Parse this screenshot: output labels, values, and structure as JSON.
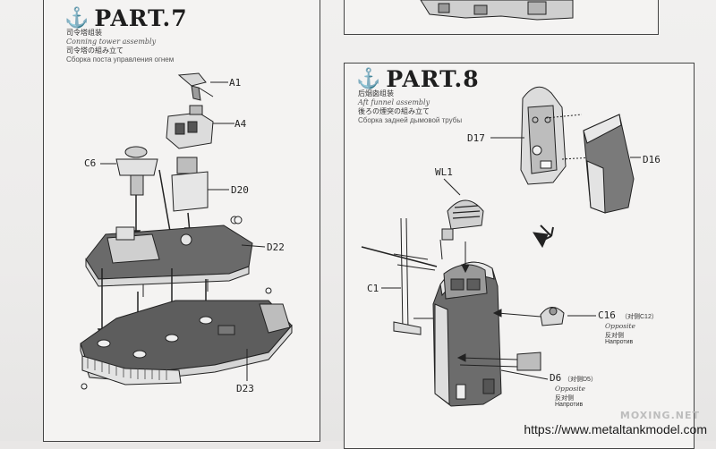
{
  "part7": {
    "anchor": "⚓",
    "title": "PART.7",
    "sub_cn": "司令塔组装",
    "sub_en": "Conning tower assembly",
    "sub_jp": "司令塔の組み立て",
    "sub_ru": "Сборка поста управления огнем",
    "labels": {
      "a1": "A1",
      "a4": "A4",
      "c6": "C6",
      "d20": "D20",
      "d22": "D22",
      "d23": "D23"
    }
  },
  "part8": {
    "anchor": "⚓",
    "title": "PART.8",
    "sub_cn": "后烟囱组装",
    "sub_en": "Aft funnel assembly",
    "sub_jp": "後ろの煙突の組み立て",
    "sub_ru": "Сборка задней дымовой трубы",
    "labels": {
      "d17": "D17",
      "d16": "D16",
      "wl1": "WL1",
      "c1": "C1",
      "c16": "C16",
      "d6": "D6"
    },
    "c16_note": "（对侧C12）",
    "c16_opposite": "Opposite",
    "c16_cn": "反对侧",
    "c16_ru": "Напротив",
    "d6_note": "（对侧D5）",
    "d6_opposite": "Opposite",
    "d6_cn": "反对侧",
    "d6_ru": "Напротив"
  },
  "footer": {
    "url": "https://www.metaltankmodel.com",
    "logo": "MOXING.NET"
  }
}
